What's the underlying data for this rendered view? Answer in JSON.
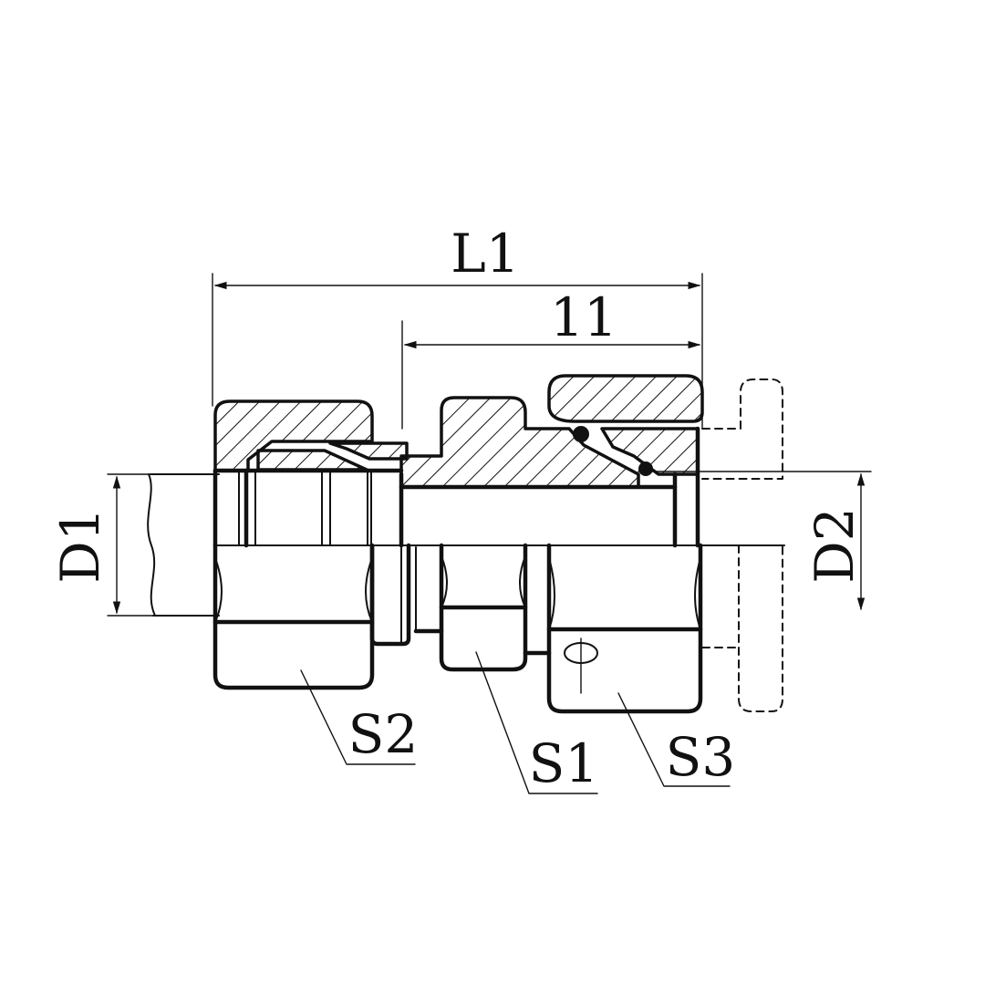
{
  "diagram": {
    "labels": {
      "overall_length": "L1",
      "partial_length": "11",
      "diameter_left": "D1",
      "diameter_right": "D2",
      "hex_left": "S2",
      "hex_middle": "S1",
      "hex_right": "S3"
    }
  }
}
